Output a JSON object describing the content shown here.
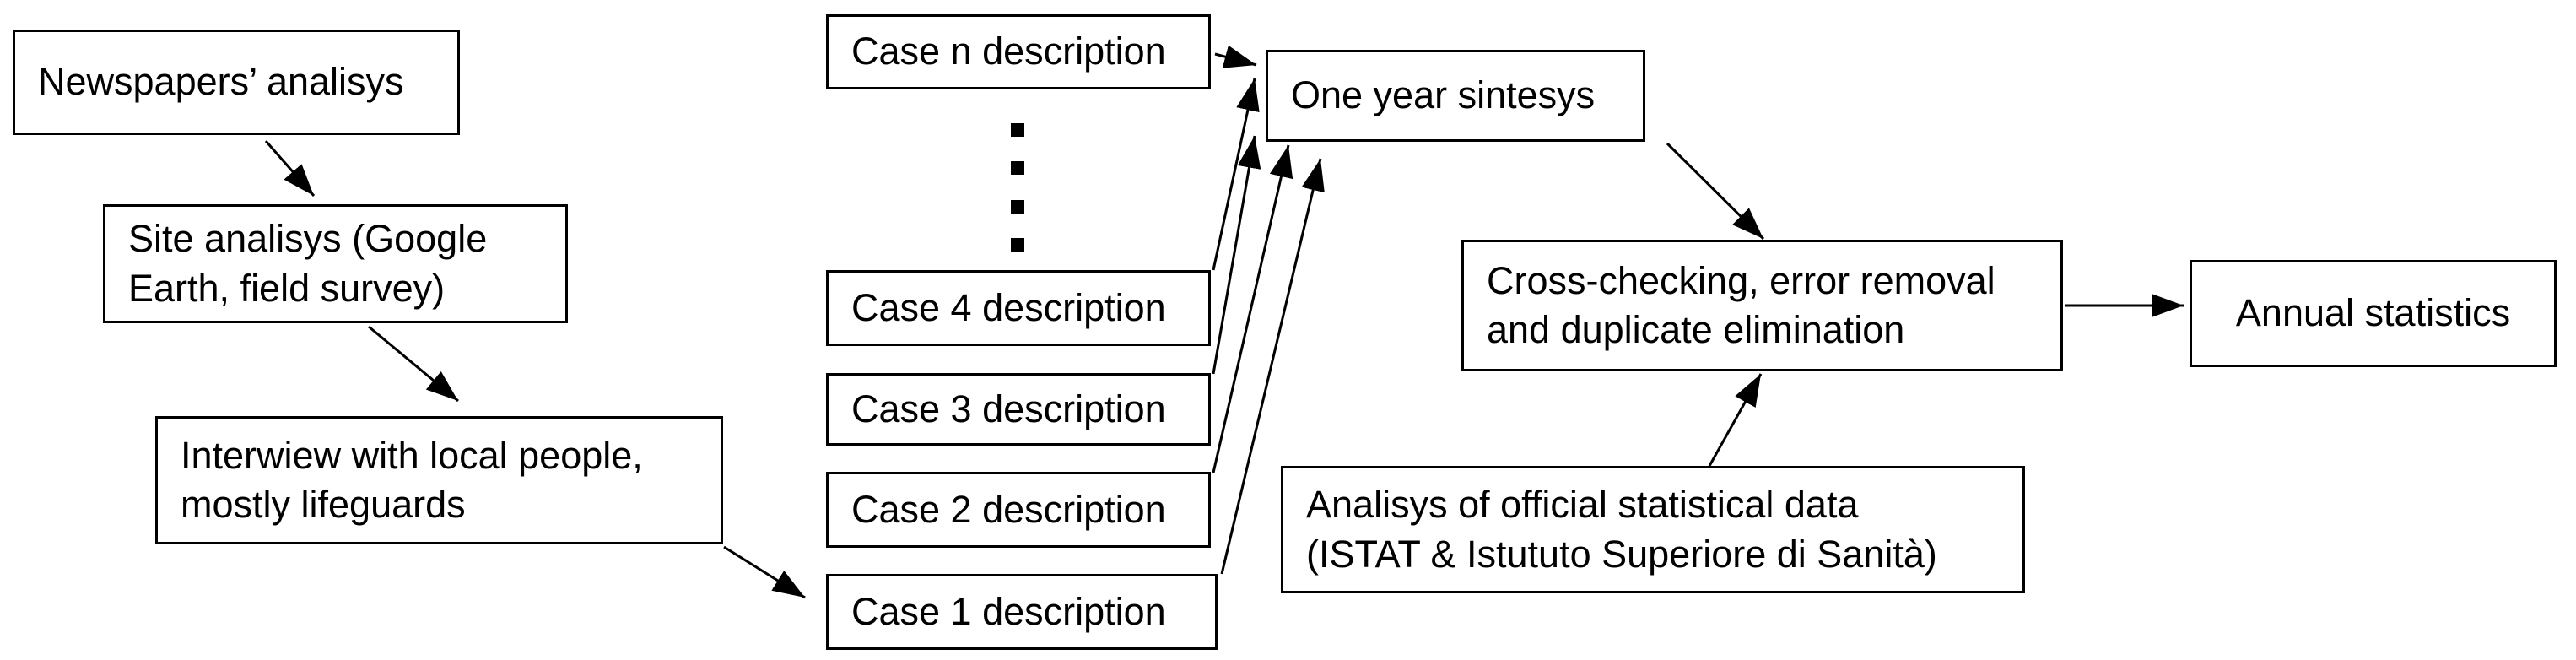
{
  "diagram": {
    "background_color": "#ffffff",
    "line_color": "#000000",
    "text_color": "#000000",
    "nodes": {
      "newspapers": {
        "label": "Newspapers’ analisys"
      },
      "site": {
        "label": "Site analisys (Google\nEarth, field survey)"
      },
      "interview": {
        "label": "Interwiew with local people,\nmostly lifeguards"
      },
      "case_n": {
        "label": "Case n description"
      },
      "case_4": {
        "label": "Case 4 description"
      },
      "case_3": {
        "label": "Case 3 description"
      },
      "case_2": {
        "label": "Case 2 description"
      },
      "case_1": {
        "label": "Case 1 description"
      },
      "one_year": {
        "label": "One year sintesys"
      },
      "cross_checking": {
        "label": "Cross-checking, error removal\nand duplicate elimination"
      },
      "official_data": {
        "label": "Analisys of official statistical data\n(ISTAT & Istututo Superiore di Sanità)"
      },
      "annual": {
        "label": "Annual statistics"
      }
    },
    "ellipsis_dot_count": 4,
    "edges": [
      {
        "from": "newspapers",
        "to": "site"
      },
      {
        "from": "site",
        "to": "interview"
      },
      {
        "from": "interview",
        "to": "case_1"
      },
      {
        "from": "case_n",
        "to": "one_year"
      },
      {
        "from": "case_4",
        "to": "one_year"
      },
      {
        "from": "case_3",
        "to": "one_year"
      },
      {
        "from": "case_2",
        "to": "one_year"
      },
      {
        "from": "case_1",
        "to": "one_year"
      },
      {
        "from": "one_year",
        "to": "cross_checking"
      },
      {
        "from": "official_data",
        "to": "cross_checking"
      },
      {
        "from": "cross_checking",
        "to": "annual"
      }
    ]
  }
}
